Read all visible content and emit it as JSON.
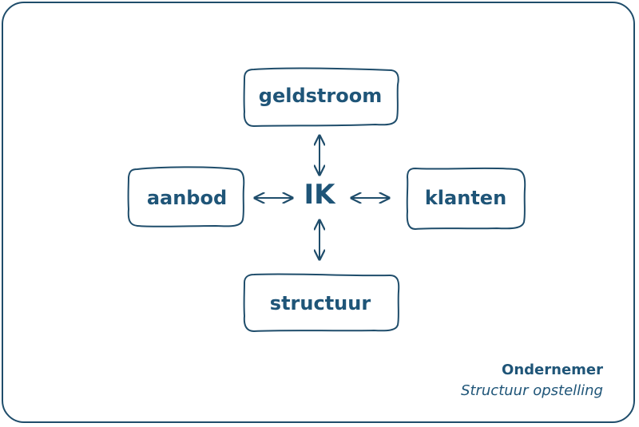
{
  "diagram": {
    "center": "IK",
    "nodes": {
      "top": "geldstroom",
      "left": "aanbod",
      "right": "klanten",
      "bottom": "structuur"
    },
    "links": [
      {
        "from": "IK",
        "to": "geldstroom",
        "type": "bidirectional"
      },
      {
        "from": "IK",
        "to": "aanbod",
        "type": "bidirectional"
      },
      {
        "from": "IK",
        "to": "klanten",
        "type": "bidirectional"
      },
      {
        "from": "IK",
        "to": "structuur",
        "type": "bidirectional"
      }
    ]
  },
  "caption": {
    "title": "Ondernemer",
    "subtitle": "Structuur opstelling"
  },
  "colors": {
    "stroke": "#1f4d6b",
    "text": "#1f5578",
    "background": "#ffffff"
  }
}
